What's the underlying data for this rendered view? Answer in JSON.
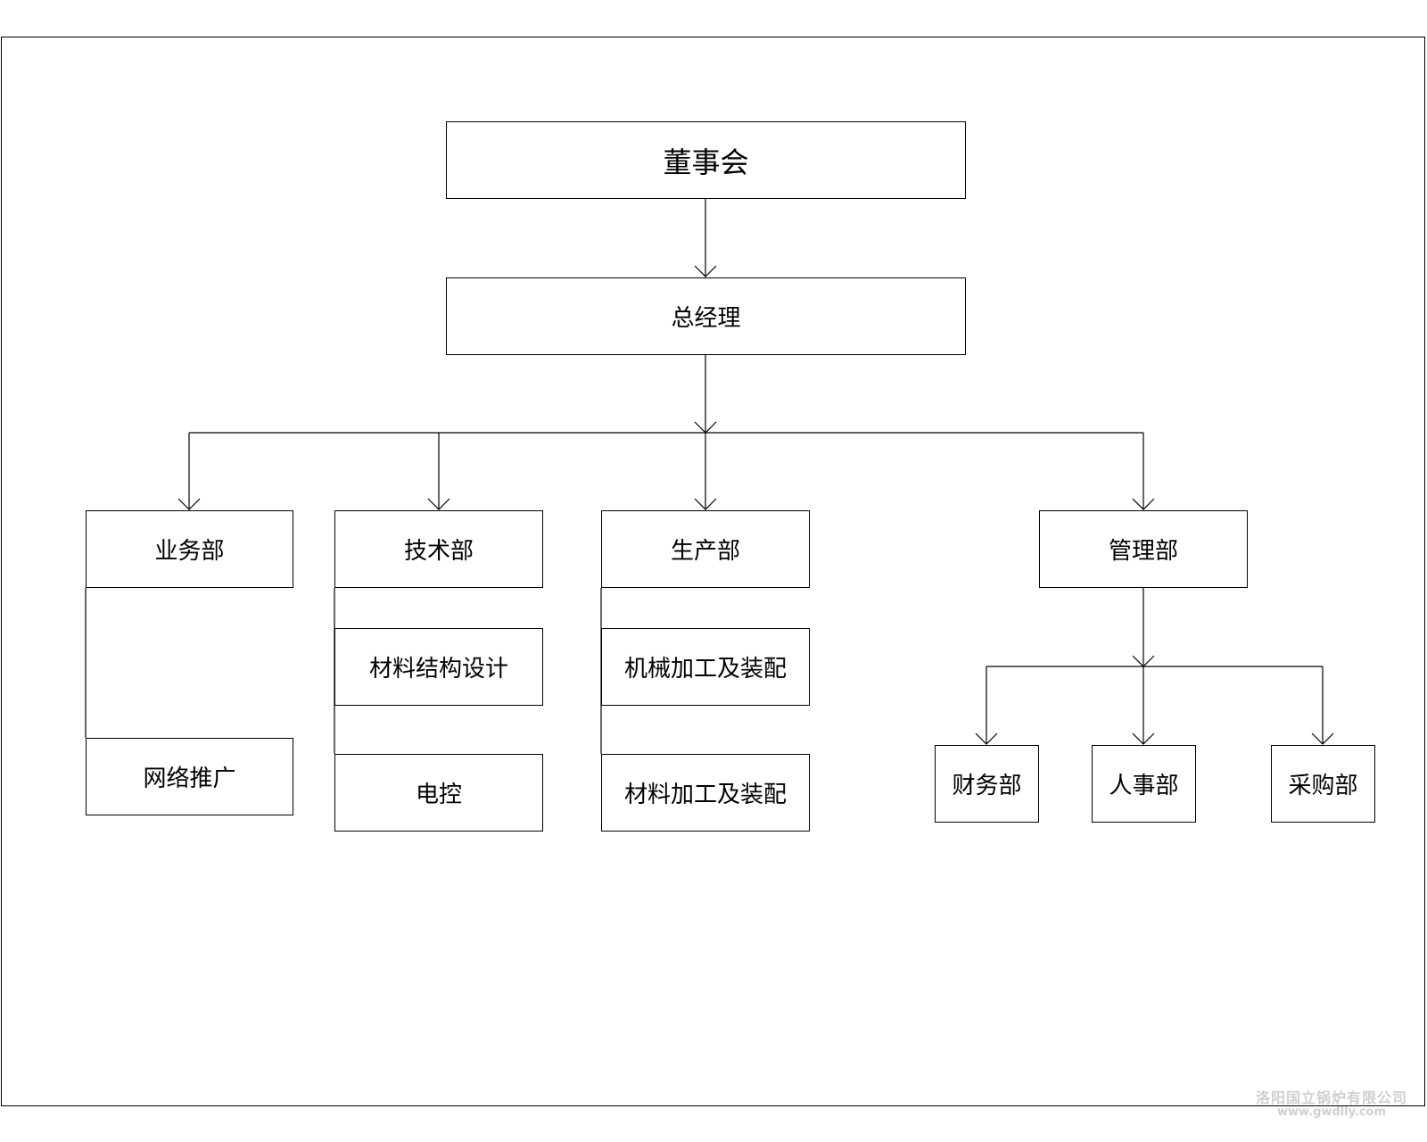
{
  "nodes": {
    "board": "董事会",
    "gm": "总经理",
    "business": "业务部",
    "tech": "技术部",
    "production": "生产部",
    "management": "管理部",
    "network": "网络推广",
    "material_design": "材料结构设计",
    "electric": "电控",
    "machining": "机械加工及装配",
    "material_processing": "材料加工及装配",
    "finance": "财务部",
    "hr": "人事部",
    "purchasing": "采购部"
  },
  "watermark": {
    "line1": "洛阳国立锅炉有限公司",
    "line2": "www.gwdlly.com"
  }
}
